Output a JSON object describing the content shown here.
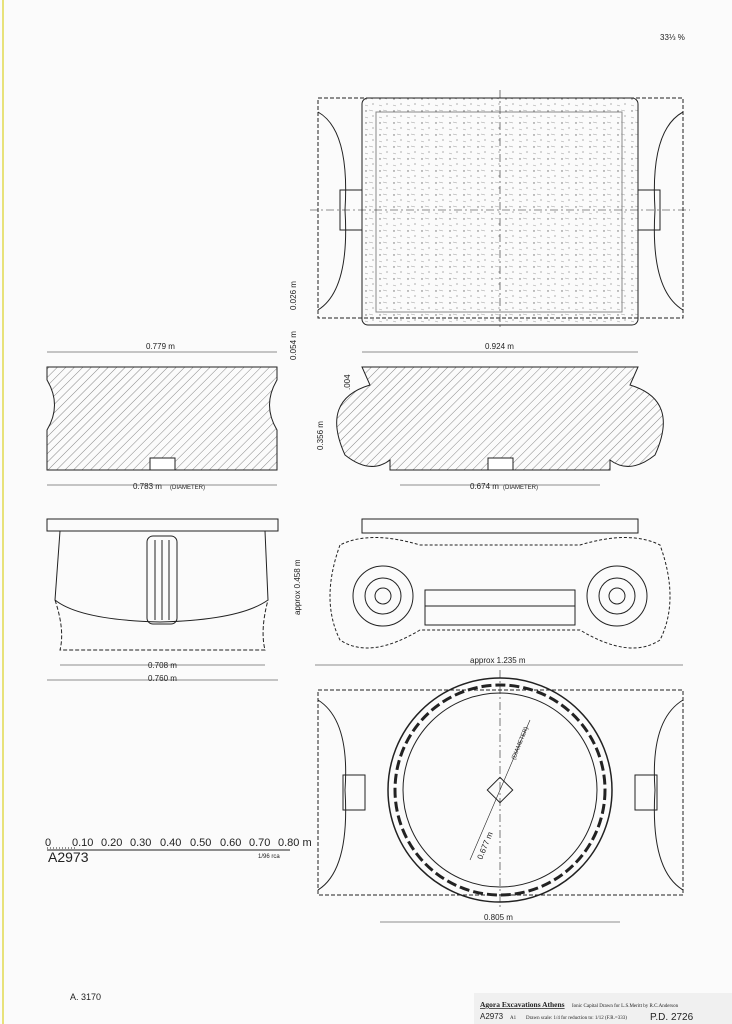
{
  "corner_note": "33⅓ %",
  "dimensions": {
    "top_plan_left_gap": "0.026 m",
    "section_left_width": "0.779 m",
    "section_right_width": "0.924 m",
    "abacus_height": "0.054 m",
    "small_offset": ".004",
    "section_height": "0.356 m",
    "left_diameter": "0.783 m",
    "right_diameter": "0.674 m",
    "diameter_tag": "(DIAMETER)",
    "elevation_height": "approx 0.458 m",
    "elevation_inner": "0.708 m",
    "elevation_outer": "0.760 m",
    "volute_width": "approx 1.235 m",
    "bottom_width": "0.805 m",
    "bottom_diameter": "0.677 m"
  },
  "scale_bar": {
    "ticks": [
      "0",
      "0.10",
      "0.20",
      "0.30",
      "0.40",
      "0.50",
      "0.60",
      "0.70",
      "0.80 m"
    ],
    "ratio_note": "1/96 rca",
    "catalog_number": "A2973"
  },
  "archive_number": "A. 3170",
  "title_block": {
    "institution": "Agora Excavations Athens",
    "description": "Ionic Capital Drawn for L.S.Meritt by R.C.Anderson",
    "number": "A2973",
    "sheet": "A1",
    "scale_note": "Drawn scale: 1/4 for reduction to: 1/12 (F.R.=333)",
    "pd_number": "P.D. 2726"
  }
}
